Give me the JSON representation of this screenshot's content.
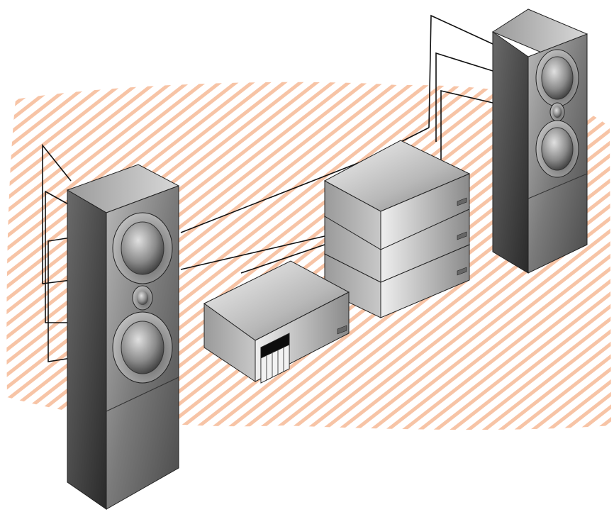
{
  "scene": {
    "components": [
      {
        "id": "left-speaker",
        "icon": "floor-speaker"
      },
      {
        "id": "right-speaker",
        "icon": "floor-speaker"
      },
      {
        "id": "amplifier-stack",
        "icon": "amplifier",
        "units": 3
      },
      {
        "id": "cd-player",
        "icon": "cd-player"
      }
    ],
    "colors": {
      "hatch": "#f2a77a",
      "wire": "#111111",
      "cabinet_light": "#d9d9d9",
      "cabinet_mid": "#8c8c8c",
      "cabinet_dark": "#3a3a3a"
    }
  }
}
